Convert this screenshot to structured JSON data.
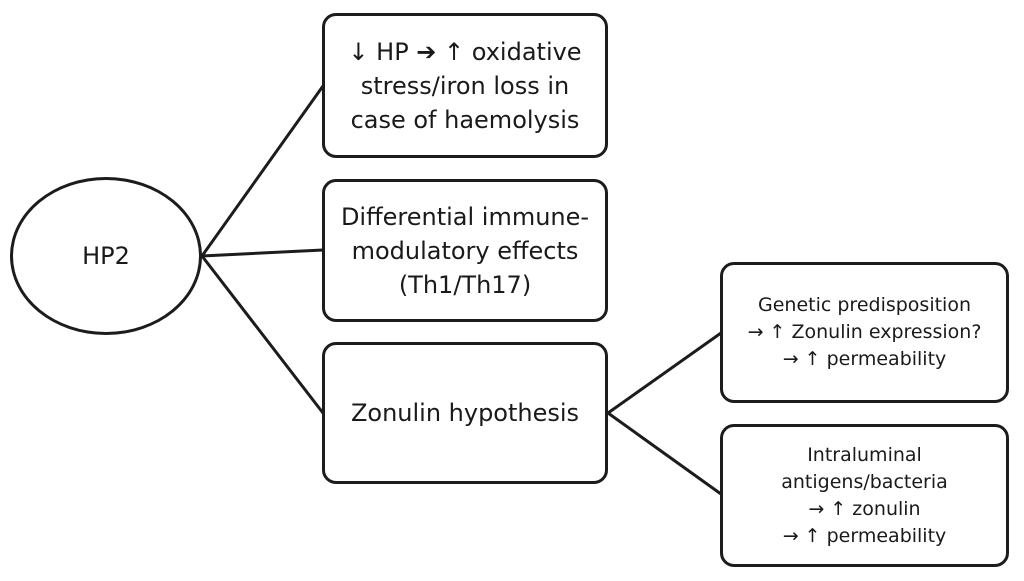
{
  "root": {
    "label": "HP2"
  },
  "effects": [
    {
      "lines": [
        "↓ HP ➔ ↑ oxidative",
        "stress/iron loss in",
        "case of haemolysis"
      ]
    },
    {
      "lines": [
        "Differential immune-",
        "modulatory effects",
        "(Th1/Th17)"
      ]
    },
    {
      "lines": [
        "Zonulin hypothesis"
      ]
    }
  ],
  "zonulin_branches": [
    {
      "lines": [
        "Genetic predisposition",
        "→ ↑ Zonulin  expression?",
        "→ ↑ permeability"
      ]
    },
    {
      "lines": [
        "Intraluminal",
        "antigens/bacteria",
        "→ ↑ zonulin",
        "→ ↑ permeability"
      ]
    }
  ],
  "colors": {
    "stroke": "#1c1c1c",
    "background": "#ffffff",
    "text": "#1a1a1a"
  }
}
